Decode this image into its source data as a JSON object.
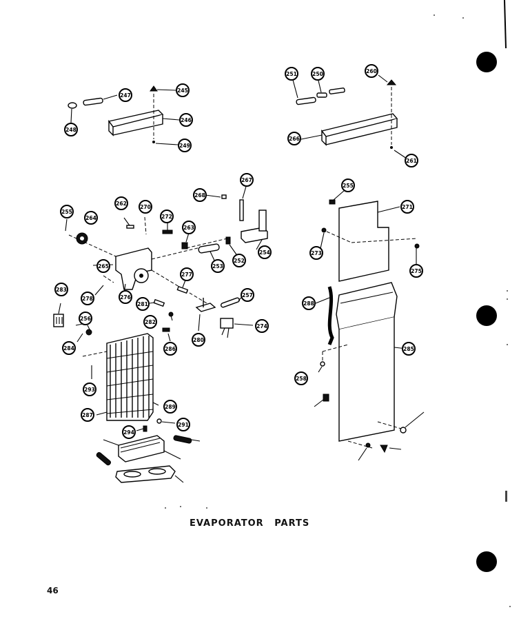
{
  "caption": "EVAPORATOR PARTS",
  "page_number": "46",
  "callouts": [
    "247",
    "245",
    "246",
    "248",
    "249",
    "251",
    "250",
    "260",
    "266",
    "261",
    "267",
    "268",
    "255",
    "262",
    "270",
    "272",
    "263",
    "264",
    "265",
    "253",
    "252",
    "254",
    "255",
    "271",
    "273",
    "275",
    "278",
    "276",
    "281",
    "277",
    "274",
    "256",
    "282",
    "280",
    "286",
    "257",
    "283",
    "284",
    "285",
    "288",
    "258",
    "293",
    "287",
    "289",
    "294",
    "291"
  ]
}
